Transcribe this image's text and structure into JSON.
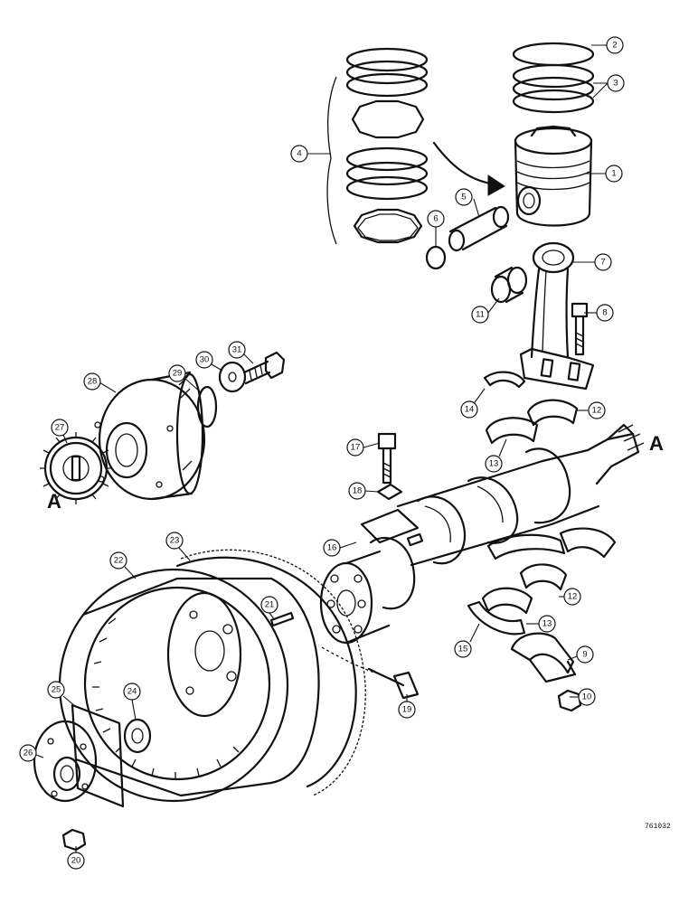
{
  "drawing_number": "761032",
  "reference_letters": [
    "A",
    "A"
  ],
  "callouts": [
    "1",
    "2",
    "3",
    "4",
    "5",
    "6",
    "7",
    "8",
    "9",
    "10",
    "11",
    "12",
    "12",
    "13",
    "13",
    "14",
    "15",
    "16",
    "17",
    "18",
    "19",
    "20",
    "21",
    "22",
    "23",
    "24",
    "25",
    "26",
    "27",
    "28",
    "29",
    "30",
    "31"
  ]
}
